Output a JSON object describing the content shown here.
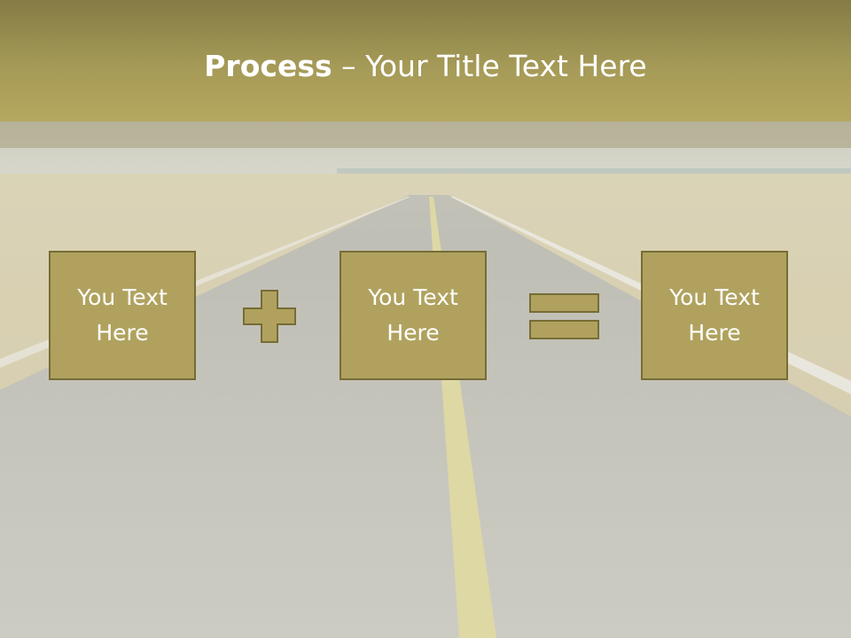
{
  "slide": {
    "title_bold": "Process",
    "title_rest": " – Your Title Text Here",
    "boxes": [
      {
        "text": "You Text Here"
      },
      {
        "text": "You Text Here"
      },
      {
        "text": "You Text Here"
      }
    ],
    "operators": [
      "plus-icon",
      "equals-icon"
    ]
  },
  "colors": {
    "title_band": "#a59a57",
    "box_fill": "#b0a25e",
    "box_border": "#766c35",
    "text": "#ffffff"
  }
}
